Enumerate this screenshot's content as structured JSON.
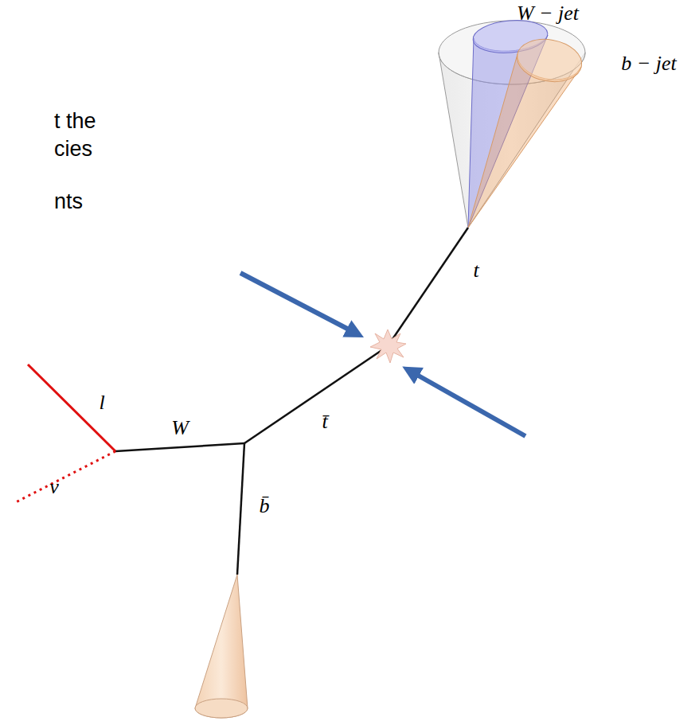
{
  "diagram": {
    "labels": [
      "t the",
      "cies",
      "nts",
      "W − jet",
      "b − jet",
      "t",
      "t̄",
      "W",
      "l",
      "ν",
      "b̄"
    ]
  }
}
